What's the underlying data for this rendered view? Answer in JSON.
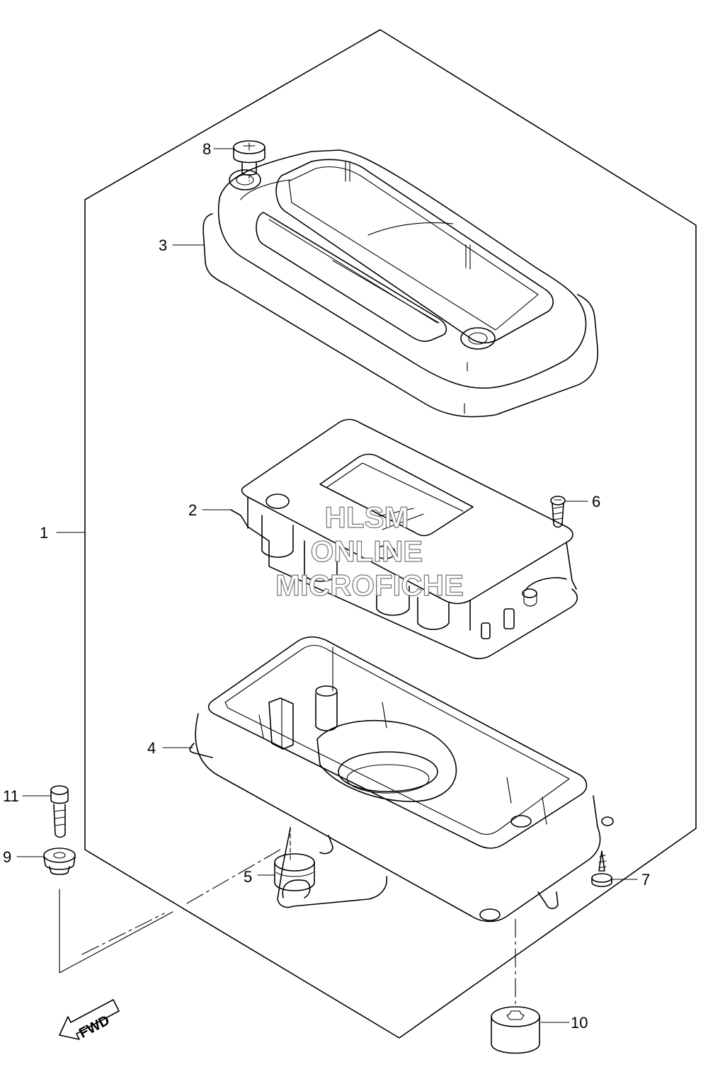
{
  "callouts": [
    "1",
    "2",
    "3",
    "4",
    "5",
    "6",
    "7",
    "8",
    "9",
    "10",
    "11"
  ],
  "watermark": {
    "line1": "HLSM",
    "line2": "ONLINE",
    "line3": "MICROFICHE"
  },
  "fwd_label": "FWD"
}
